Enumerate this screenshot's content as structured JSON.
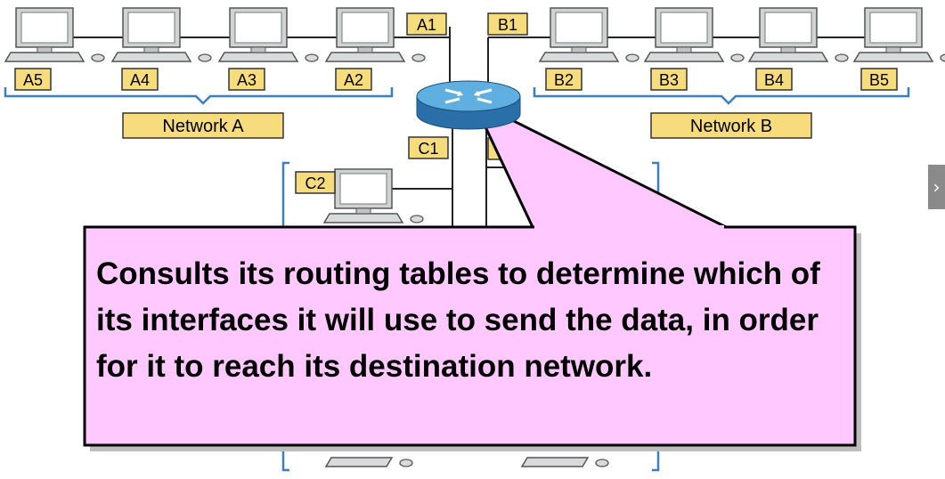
{
  "network_a": {
    "label": "Network A",
    "hosts": [
      "A5",
      "A4",
      "A3",
      "A2"
    ],
    "router_port": "A1"
  },
  "network_b": {
    "label": "Network B",
    "hosts": [
      "B2",
      "B3",
      "B4",
      "B5"
    ],
    "router_port": "B1"
  },
  "network_c": {
    "router_port": "C1",
    "hosts": [
      "C2"
    ]
  },
  "callout": {
    "text": "Consults its routing tables to determine which of its interfaces it will use to send the data, in order for it to reach its destination network."
  },
  "colors": {
    "label_fill": "#f7dc7e",
    "callout_fill": "#ffc8ff",
    "bracket": "#3a7fc0",
    "router_top": "#5fb0e0",
    "router_side": "#2a6fa8"
  },
  "nav": {
    "next_icon": "chevron-right-icon",
    "next_glyph": "›"
  }
}
